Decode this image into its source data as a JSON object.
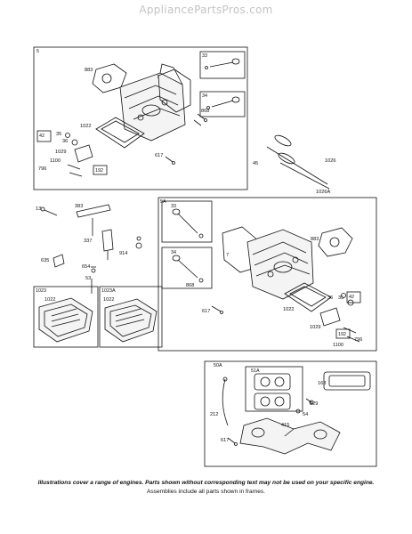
{
  "watermark": "AppliancePartsPros.com",
  "frames": {
    "f5": "5",
    "f5a": "5A",
    "f50a": "50A",
    "f1023": "1023",
    "f1023a": "1023A",
    "f33": "33",
    "f34": "34",
    "f42": "42",
    "f192": "192",
    "f33b": "33",
    "f34b": "34",
    "f42b": "42",
    "f192b": "192",
    "f51a": "51A"
  },
  "labels": {
    "l883": "883",
    "l7": "7",
    "l868": "868",
    "l1022": "1022",
    "l35": "35",
    "l36": "36",
    "l1029": "1029",
    "l1100": "1100",
    "l796": "796",
    "l617": "617",
    "l1026": "1026",
    "l45": "45",
    "l1026a": "1026A",
    "l13": "13",
    "l383": "383",
    "l337": "337",
    "l914": "914",
    "l635": "635",
    "l654": "654",
    "l53": "53",
    "l1022c": "1022",
    "l1022d": "1022",
    "l883b": "883",
    "l7b": "7",
    "l868b": "868",
    "l617b": "617",
    "l1022b": "1022",
    "l35b": "35",
    "l36b": "36",
    "l1029b": "1029",
    "l1100b": "1100",
    "l796b": "796",
    "l163": "163",
    "l929": "929",
    "l54": "54",
    "l212": "212",
    "l415": "415",
    "l617c": "617"
  },
  "footer": {
    "line1": "Illustrations cover a range of engines. Parts shown without corresponding text may not be used on your specific engine.",
    "line2": "Assemblies include all parts shown in frames."
  }
}
